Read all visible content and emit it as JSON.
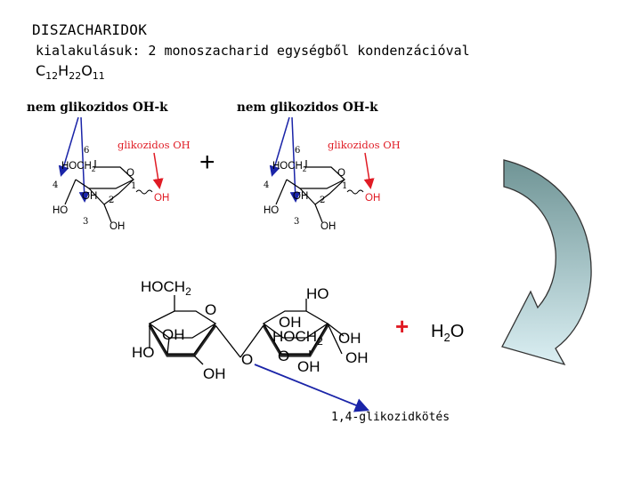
{
  "header": {
    "title": "DISZACHARIDOK",
    "subtitle": "kialakulásuk: 2 monoszacharid egységből kondenzációval",
    "formula_c": "C",
    "formula_c_sub": "12",
    "formula_h": "H",
    "formula_h_sub": "22",
    "formula_o": "O",
    "formula_o_sub": "11"
  },
  "monomer_left": {
    "nonglyco_label": "nem glikozidos OH-k",
    "glyco_label": "glikozidos OH",
    "atoms": {
      "c6_num": "6",
      "hoch2": "HOCH",
      "hoch2_sub": "2",
      "c4_num": "4",
      "c1_num": "1",
      "c2_num": "2",
      "c3_num": "3",
      "o_ring": "O",
      "oh_inner": "OH",
      "oh_right": "OH",
      "ho_left": "HO",
      "oh_bottom": "OH"
    }
  },
  "monomer_right": {
    "nonglyco_label": "nem glikozidos OH-k",
    "glyco_label": "glikozidos OH",
    "atoms": {
      "c6_num": "6",
      "hoch2": "HOCH",
      "hoch2_sub": "2",
      "c4_num": "4",
      "c1_num": "1",
      "c2_num": "2",
      "c3_num": "3",
      "o_ring": "O",
      "oh_inner": "OH",
      "oh_right": "OH",
      "ho_left": "HO",
      "oh_bottom": "OH"
    }
  },
  "plus_top": "+",
  "product": {
    "left_ring": {
      "hoch2": "HOCH",
      "hoch2_sub": "2",
      "o_ring": "O",
      "oh_mid": "OH",
      "ho_left": "HO",
      "oh_bottom": "OH"
    },
    "bridge_o": "O",
    "right_ring": {
      "ho_top": "HO",
      "oh_inner": "OH",
      "hoch2": "HOCH",
      "hoch2_sub": "2",
      "o_ring": "O",
      "oh_right": "OH",
      "oh_bottom": "OH"
    }
  },
  "plus_product": "+",
  "water": {
    "h": "H",
    "sub": "2",
    "o": "O"
  },
  "bond_label": "1,4-glikozidkötés",
  "colors": {
    "arrow_blue": "#1a24a8",
    "arrow_red": "#e01b24",
    "reaction_arrow_dark": "#6f9495",
    "reaction_arrow_light": "#d6ecf0"
  }
}
